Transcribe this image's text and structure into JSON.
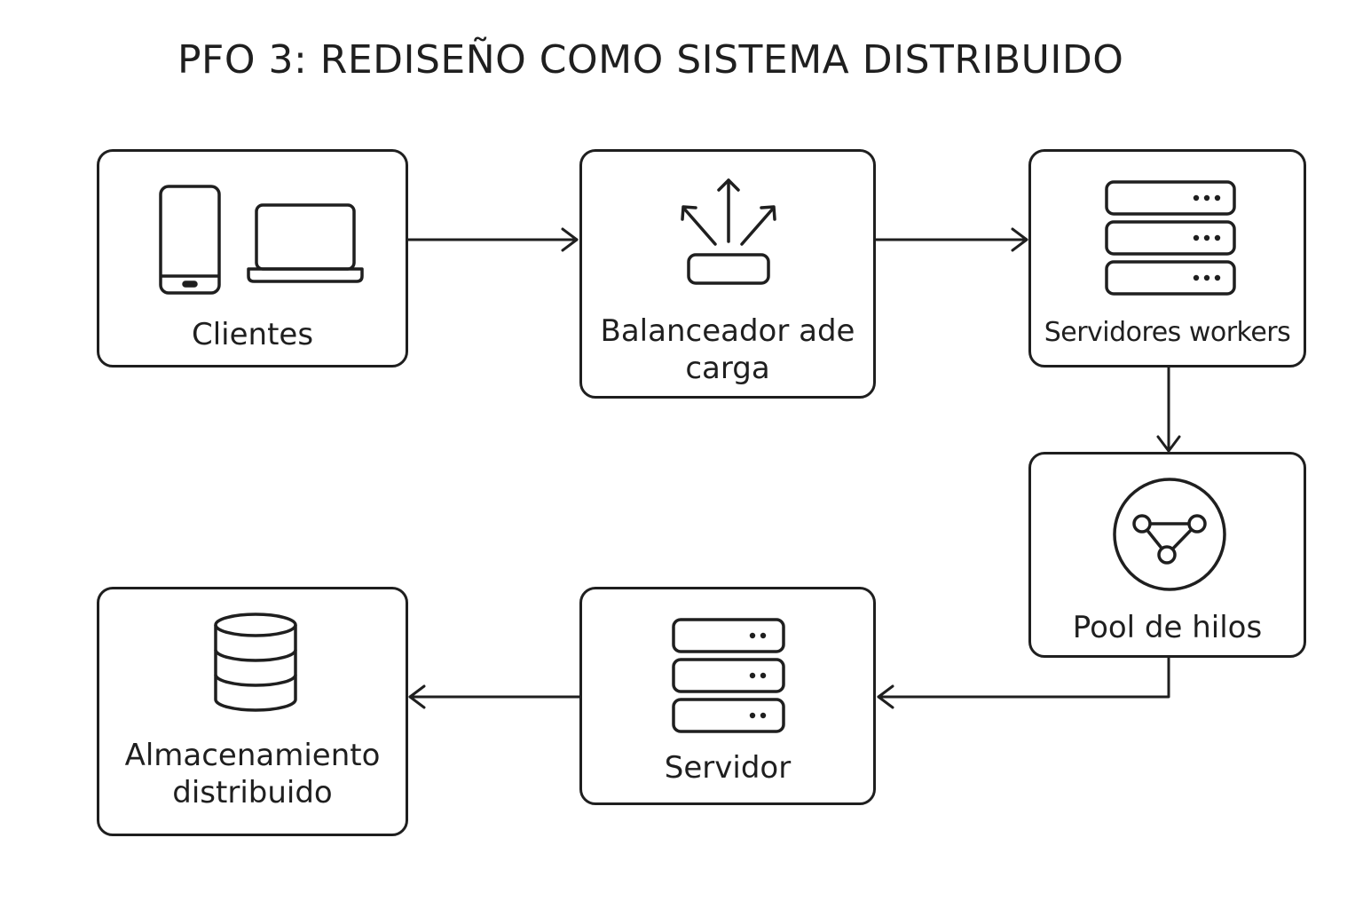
{
  "title": "PFO 3: REDISEÑO COMO SISTEMA DISTRIBUIDO",
  "nodes": {
    "clientes": {
      "label": "Clientes",
      "icons": [
        "smartphone-icon",
        "laptop-icon"
      ]
    },
    "balanceador": {
      "label": "Balanceador ade\ncarga",
      "icon": "load-balancer-icon"
    },
    "workers": {
      "label": "Servidores workers",
      "icon": "server-stack-icon"
    },
    "pool": {
      "label": "Pool de hilos",
      "icon": "network-nodes-icon"
    },
    "servidor": {
      "label": "Servidor",
      "icon": "server-stack-icon"
    },
    "almacenamiento": {
      "label": "Almacenamiento\ndistribuido",
      "icon": "database-icon"
    }
  },
  "edges": [
    {
      "from": "clientes",
      "to": "balanceador"
    },
    {
      "from": "balanceador",
      "to": "workers"
    },
    {
      "from": "workers",
      "to": "pool"
    },
    {
      "from": "pool",
      "to": "servidor"
    },
    {
      "from": "servidor",
      "to": "almacenamiento"
    }
  ],
  "colors": {
    "stroke": "#1f1f1f",
    "background": "#ffffff"
  }
}
